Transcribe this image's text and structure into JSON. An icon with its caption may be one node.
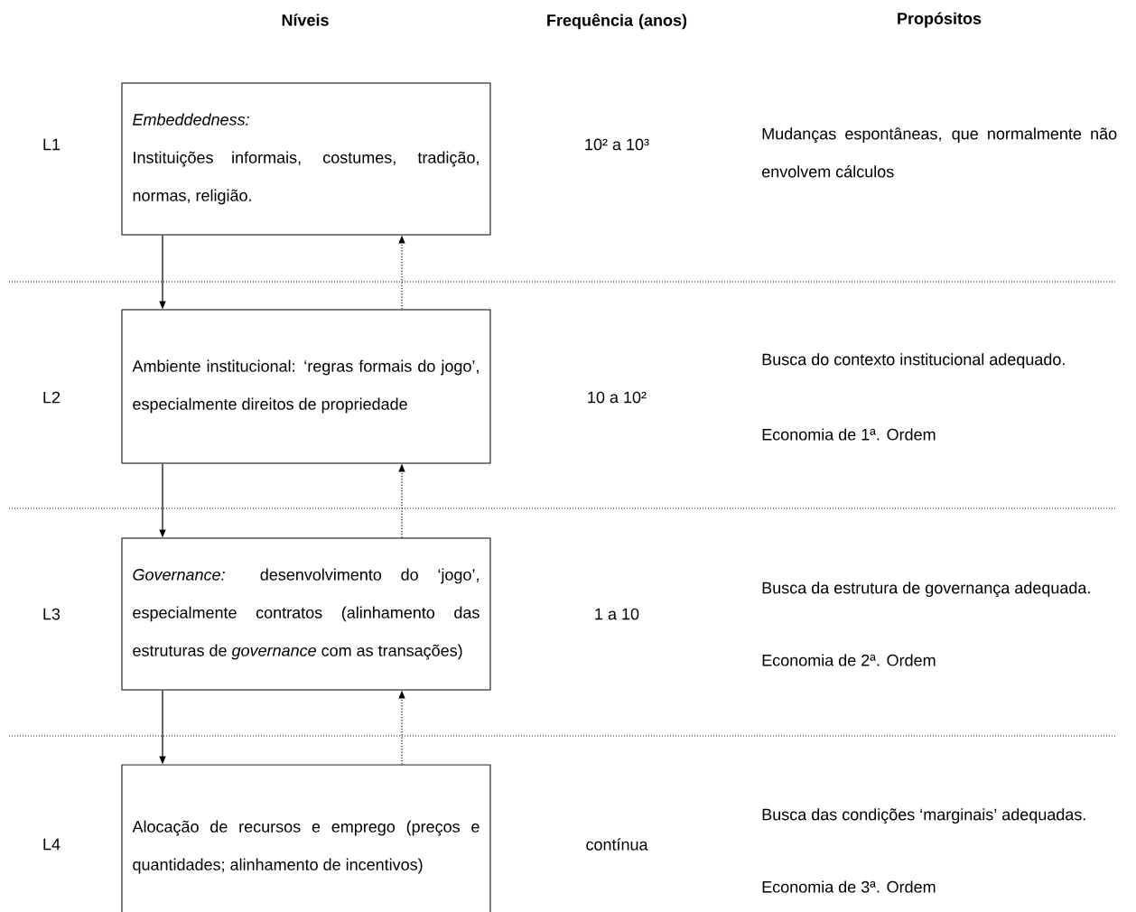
{
  "diagram": {
    "nodes": [
      {
        "text": [
          "Embeddedness:",
          "Instituições informais, costumes, tradição, normas, religião."
        ]
      },
      {
        "text": [
          "Ambiente institucional: ‘regras formais do jogo’, especialmente direitos de propriedade"
        ]
      },
      {
        "text": [
          "*Governance:* desenvolvimento do ‘jogo’, especialmente contratos (alinhamento das estruturas de *governance* com as transações)"
        ]
      },
      {
        "text": [
          "Alocação de recursos e emprego (preços e quantidades; alinhamento de incentivos)"
        ]
      }
    ],
    "edges": [
      {
        "from": 0,
        "to": 1,
        "arrow": "to"
      },
      {
        "from": 1,
        "to": 0,
        "arrow": "to",
        "style": "dashed"
      },
      {
        "from": 1,
        "to": 2,
        "arrow": "to"
      },
      {
        "from": 2,
        "to": 1,
        "arrow": "to",
        "style": "dashed"
      },
      {
        "from": 2,
        "to": 3,
        "arrow": "to"
      },
      {
        "from": 3,
        "to": 2,
        "arrow": "to",
        "style": "dashed"
      }
    ],
    "labels": [
      "Níveis",
      "Frequência (anos)",
      "Propósitos",
      "L1",
      "10² a 10³",
      "Mudanças espontâneas, que normalmente não envolvem cálculos",
      "L2",
      "10 a 10²",
      "Busca do contexto institucional adequado.",
      "Economia de 1ª. Ordem",
      "L3",
      "1 a 10",
      "Busca da estrutura de governança adequada.",
      "Economia de 2ª. Ordem",
      "L4",
      "contínua",
      "Busca das condições ‘marginais’ adequadas.",
      "Economia de 3ª. Ordem"
    ]
  }
}
